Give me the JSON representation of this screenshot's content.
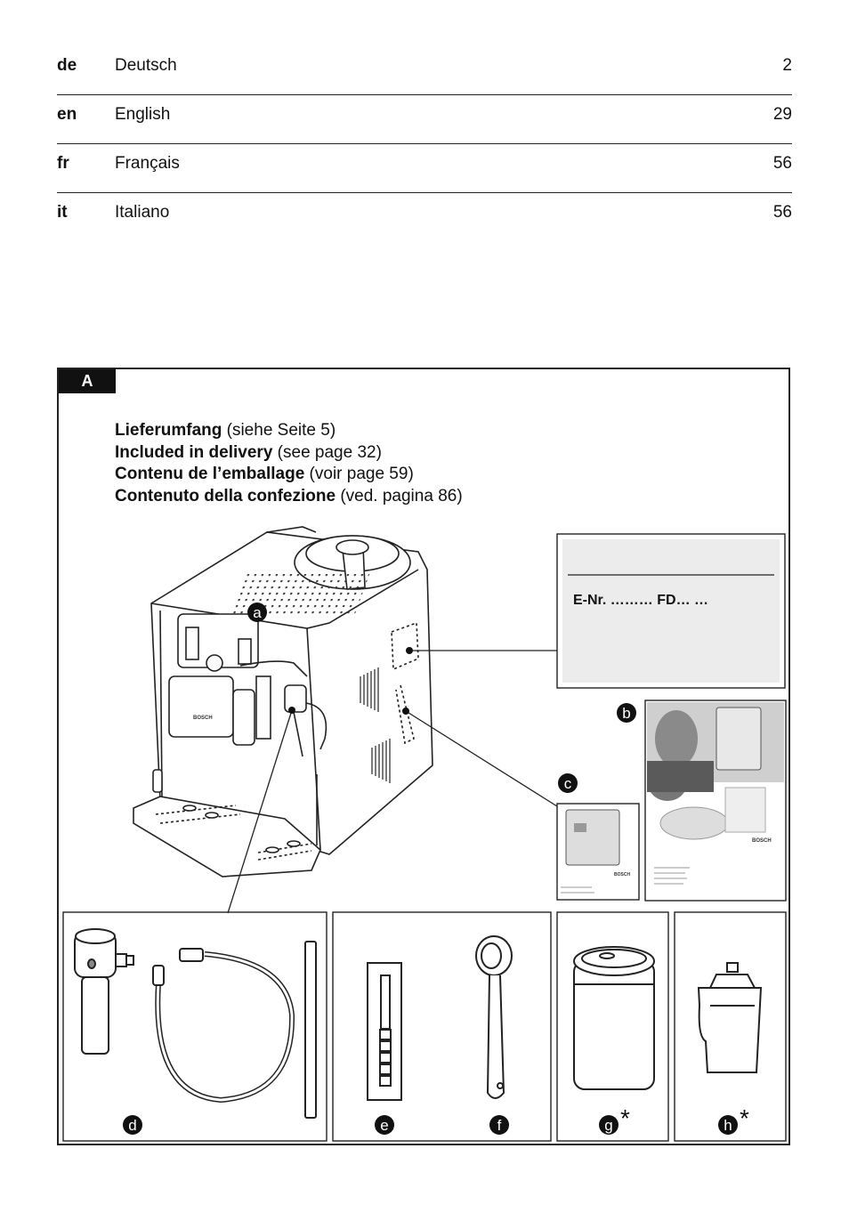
{
  "toc": [
    {
      "code": "de",
      "language": "Deutsch",
      "page": "2"
    },
    {
      "code": "en",
      "language": "English",
      "page": "29"
    },
    {
      "code": "fr",
      "language": "Français",
      "page": "56"
    },
    {
      "code": "it",
      "language": "Italiano",
      "page": "56"
    }
  ],
  "figure": {
    "label": "A",
    "captions": [
      {
        "bold": "Lieferumfang",
        "rest": " (siehe Seite 5)"
      },
      {
        "bold": "Included in delivery",
        "rest": " (see page 32)"
      },
      {
        "bold": "Contenu de l’emballage",
        "rest": " (voir page 59)"
      },
      {
        "bold": "Contenuto della confezione",
        "rest": " (ved. pagina 86)"
      }
    ],
    "rating_plate_text": "E-Nr. ……… FD…   …",
    "item_labels": {
      "a": "a",
      "b": "b",
      "c": "c",
      "d": "d",
      "e": "e",
      "f": "f",
      "g": "g",
      "h": "h"
    },
    "optional_mark": "*",
    "machine_brand": "BOSCH"
  }
}
